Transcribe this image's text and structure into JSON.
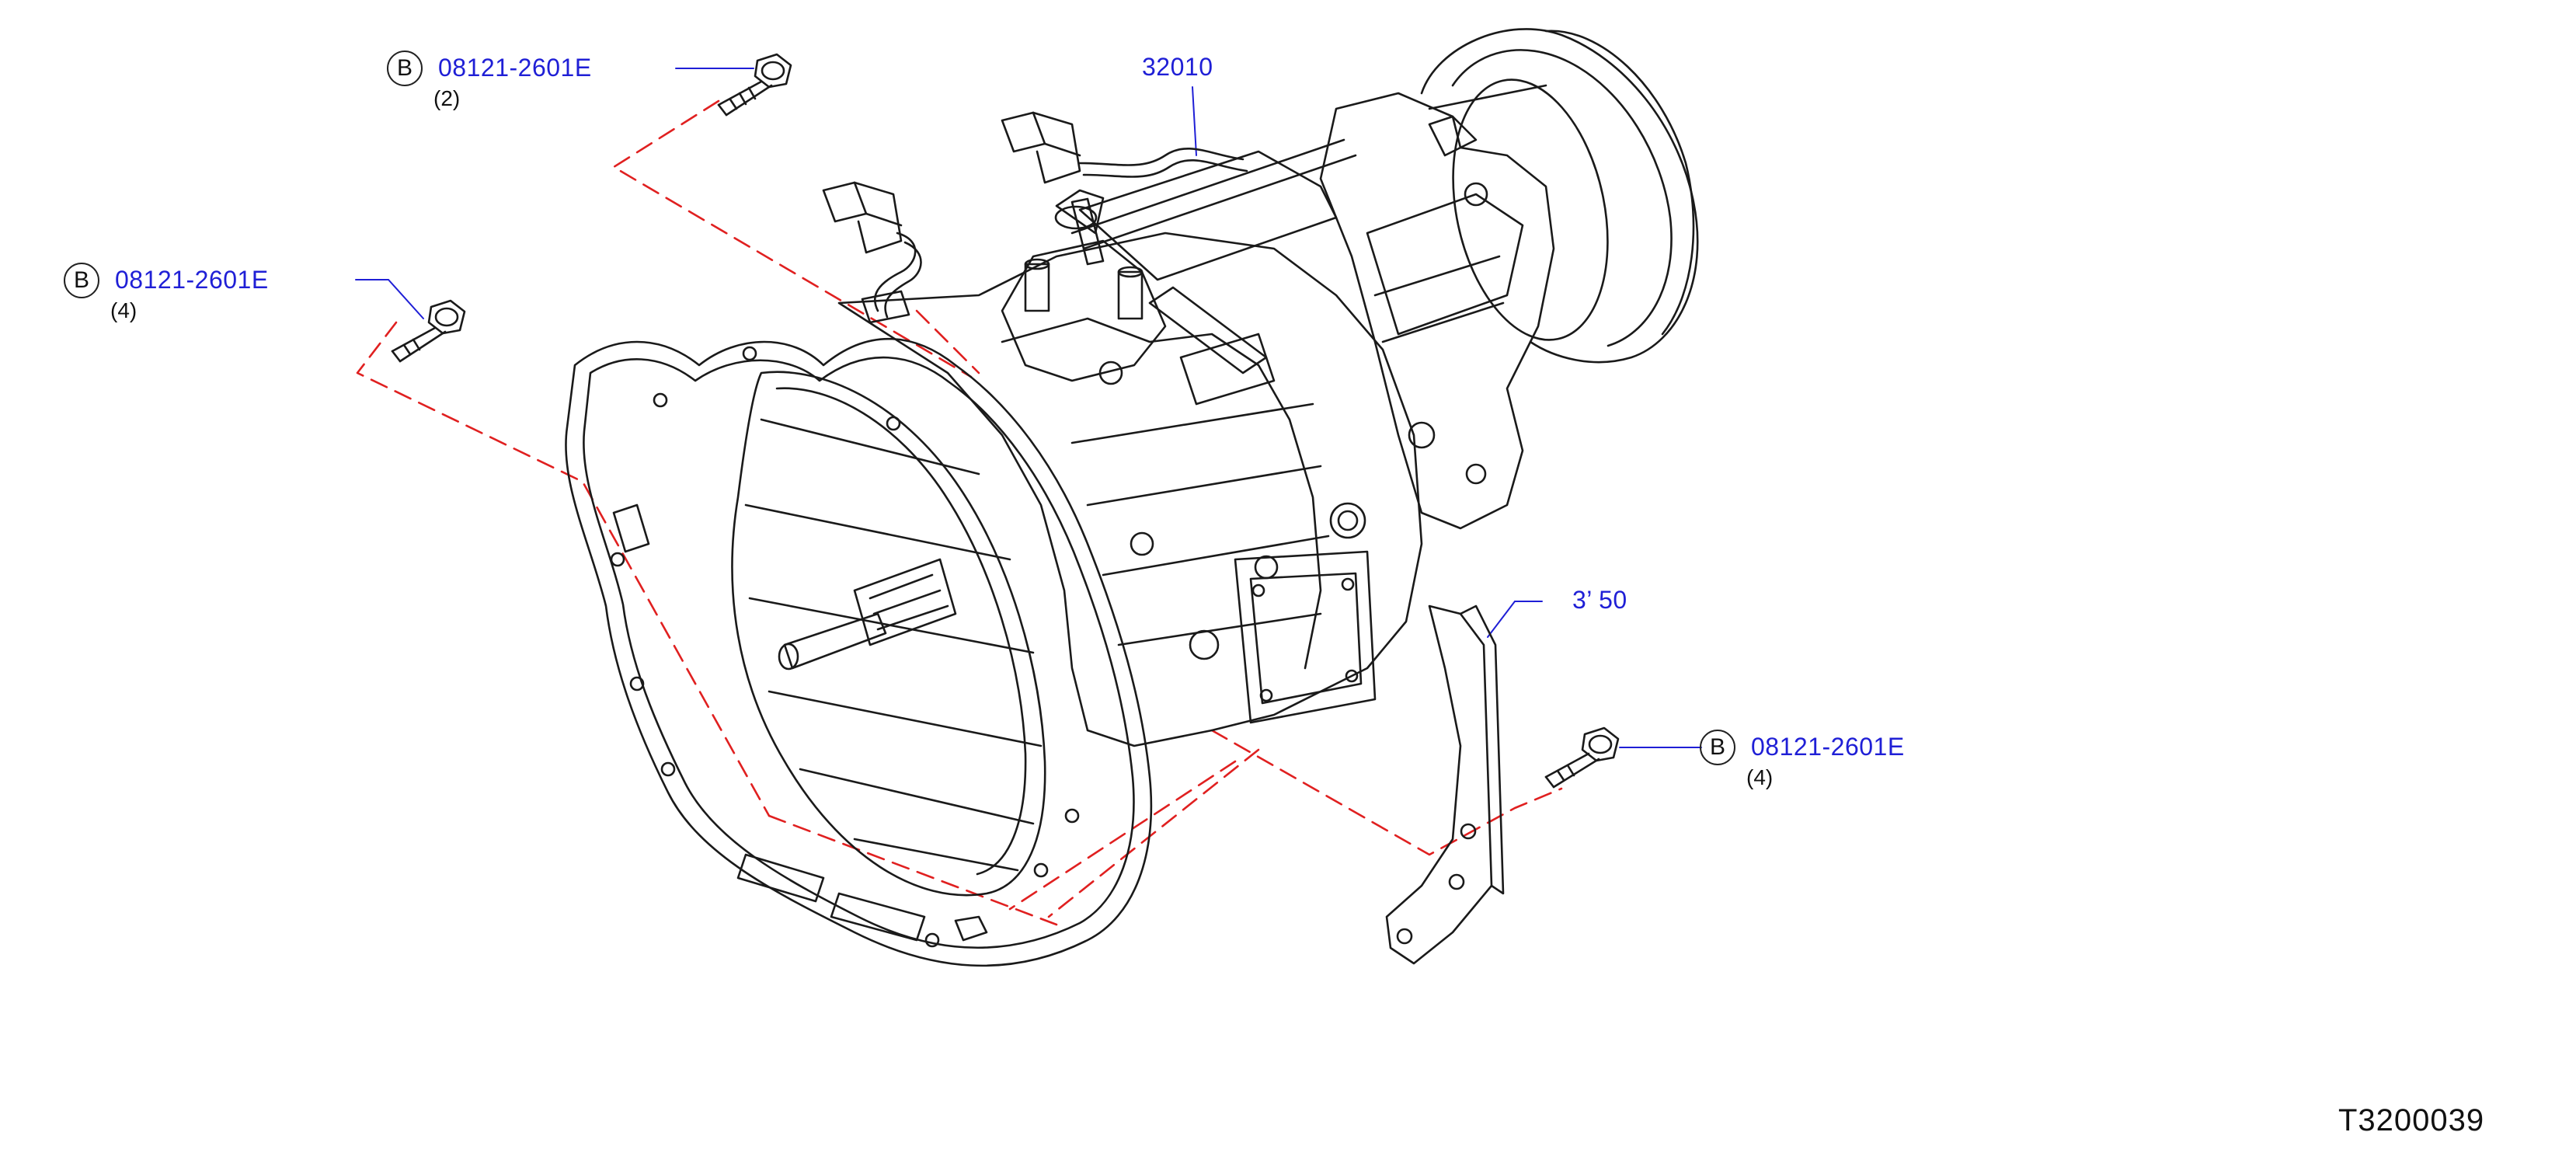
{
  "colors": {
    "part_number": "#1f1fd6",
    "line": "#1a1a1a",
    "dash": "#e02020",
    "leader": "#1f1fd6"
  },
  "callouts": [
    {
      "badge": "B",
      "part": "08121-2601E",
      "qty": "(2)"
    },
    {
      "badge": "B",
      "part": "08121-2601E",
      "qty": "(4)"
    },
    {
      "badge": "B",
      "part": "08121-2601E",
      "qty": "(4)"
    }
  ],
  "assembly_label": "32010",
  "bracket_label": "3’ 50",
  "diagram_id": "T3200039"
}
